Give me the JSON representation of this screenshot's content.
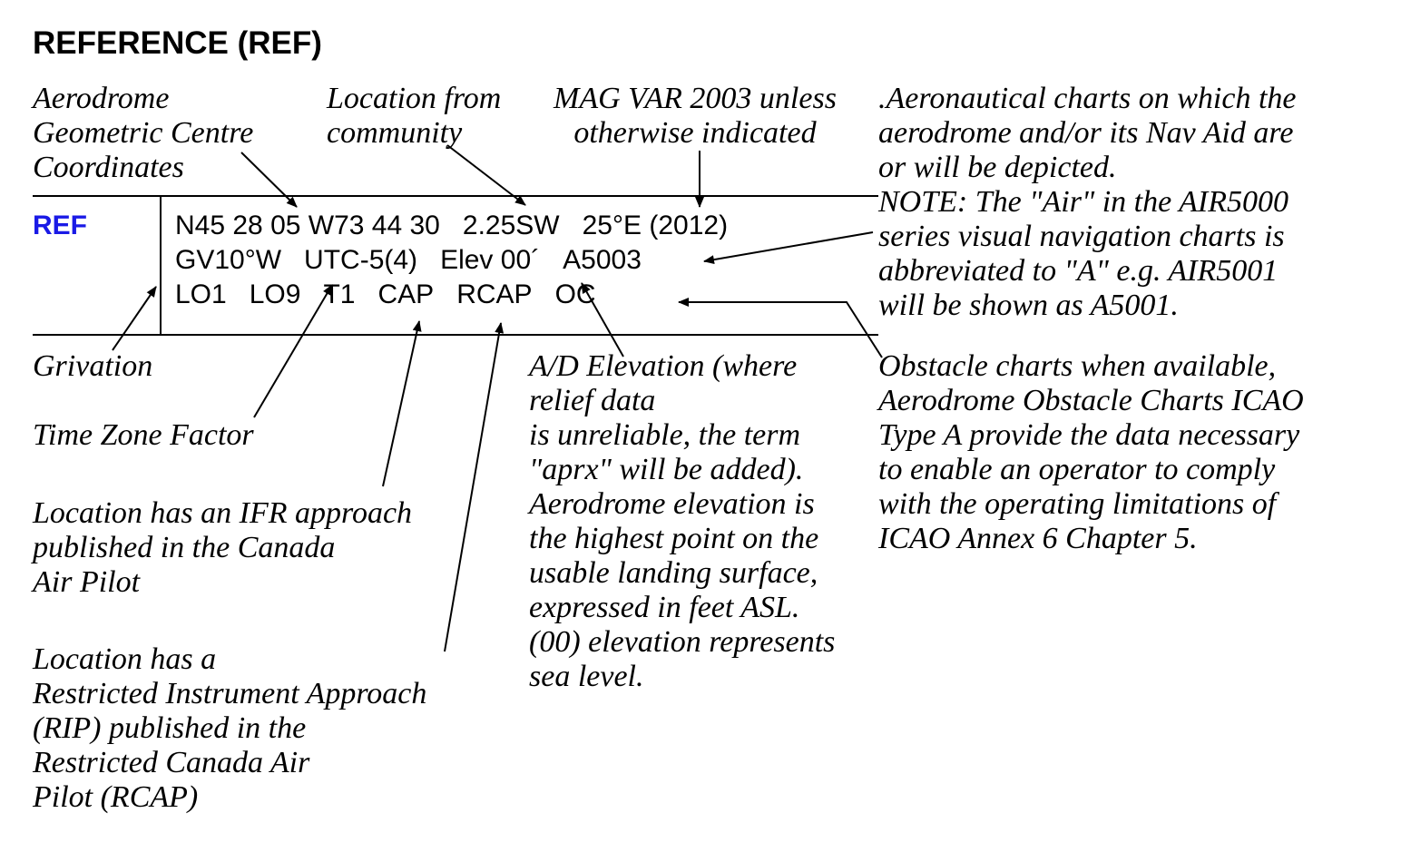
{
  "title": "REFERENCE (REF)",
  "colors": {
    "ref_label": "#1a1ae6",
    "ink": "#000000"
  },
  "ref_label": "REF",
  "ref_lines": {
    "line1": [
      "N45 28 05 W73 44 30",
      "2.25SW",
      "25°E (2012)"
    ],
    "line2": [
      "GV10°W",
      "UTC-5(4)",
      "Elev 00´",
      "A5003"
    ],
    "line3": [
      "LO1",
      "LO9",
      "T1",
      "CAP",
      "RCAP",
      "OC"
    ]
  },
  "annotations": {
    "geometric_centre": [
      "Aerodrome",
      "Geometric Centre",
      "Coordinates"
    ],
    "location_from_community": [
      "Location from",
      "community"
    ],
    "mag_var": [
      "MAG VAR 2003 unless",
      "otherwise indicated"
    ],
    "aeronautical_charts": [
      ".Aeronautical charts on which the",
      "aerodrome and/or its Nav Aid are",
      "or will be depicted.",
      "NOTE: The \"Air\" in the AIR5000",
      "series visual navigation charts is",
      "abbreviated to \"A\" e.g. AIR5001",
      "will be shown as A5001."
    ],
    "grivation": [
      "Grivation"
    ],
    "time_zone": [
      "Time Zone Factor"
    ],
    "ifr_approach": [
      "Location has an IFR approach",
      "published in the Canada",
      "Air Pilot"
    ],
    "rip": [
      "Location has a",
      "Restricted Instrument Approach",
      "(RIP) published in the",
      "Restricted Canada Air",
      "Pilot (RCAP)"
    ],
    "ad_elevation": [
      "A/D Elevation (where",
      "relief data",
      "is unreliable, the term",
      "\"aprx\" will be added).",
      "Aerodrome elevation is",
      "the highest point on the",
      "usable landing surface,",
      "expressed in feet ASL.",
      "(00) elevation represents",
      "sea level."
    ],
    "obstacle_charts": [
      "Obstacle charts when available,",
      "Aerodrome Obstacle Charts ICAO",
      "Type A provide the data necessary",
      "to enable an operator to comply",
      "with the operating limitations of",
      "ICAO Annex 6 Chapter 5."
    ]
  }
}
